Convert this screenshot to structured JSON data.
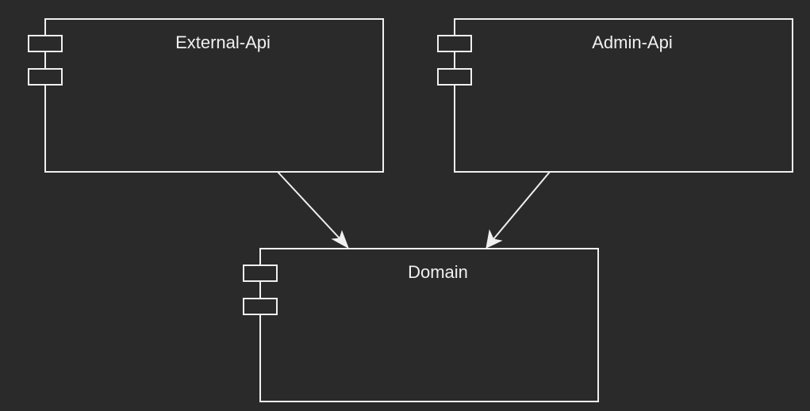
{
  "diagram": {
    "type": "component-diagram",
    "components": [
      {
        "id": "external-api",
        "label": "External-Api"
      },
      {
        "id": "admin-api",
        "label": "Admin-Api"
      },
      {
        "id": "domain",
        "label": "Domain"
      }
    ],
    "dependencies": [
      {
        "from": "external-api",
        "to": "domain"
      },
      {
        "from": "admin-api",
        "to": "domain"
      }
    ]
  },
  "colors": {
    "background": "#2a2a2a",
    "stroke": "#f0f0f0",
    "text": "#f0f0f0"
  }
}
